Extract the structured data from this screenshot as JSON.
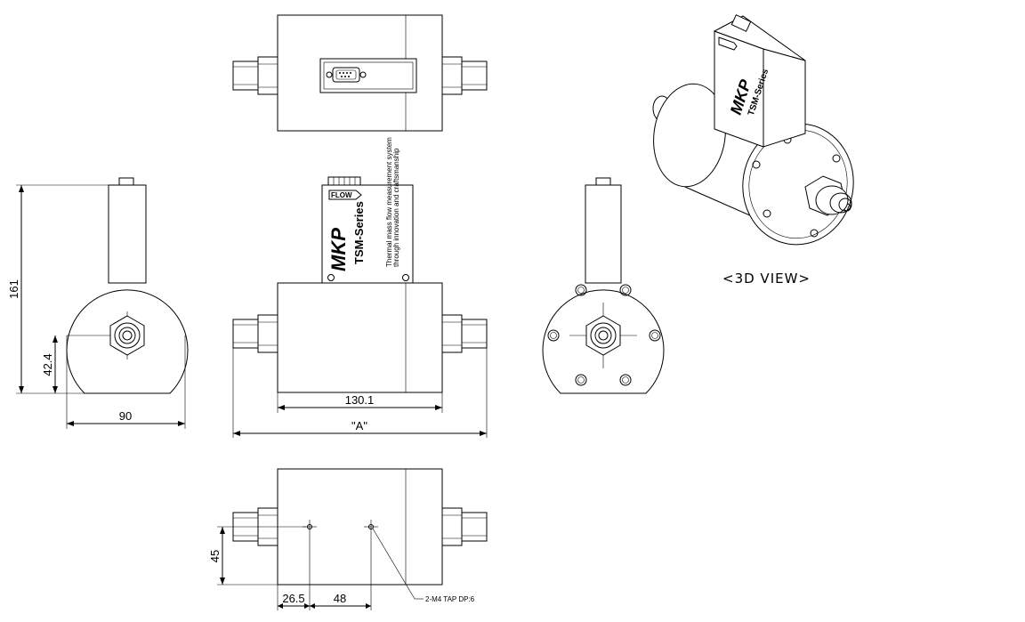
{
  "dimensions": {
    "height_total": "161",
    "center_height": "42.4",
    "side_width": "90",
    "body_length": "130.1",
    "overall_length": "\"A\"",
    "tap_height": "45",
    "tap_offset": "26.5",
    "tap_spacing": "48"
  },
  "labels": {
    "tap_note": "2-M4 TAP DP:6",
    "view_3d": "<3D VIEW>",
    "brand": "MKP",
    "series": "TSM-Series",
    "flow": "FLOW",
    "fine_print_1": "Thermal mass flow measurement system",
    "fine_print_2": "through innovation and craftsmanship"
  }
}
